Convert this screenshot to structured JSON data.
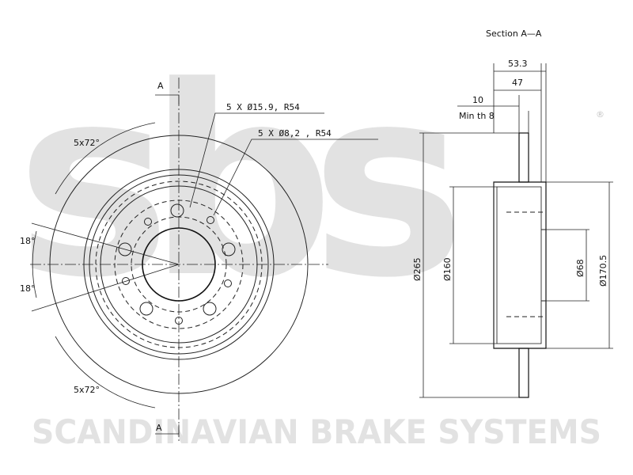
{
  "watermark": {
    "company": "SCANDINAVIAN BRAKE SYSTEMS",
    "logo_letters": "sbs",
    "registered_mark": "®"
  },
  "front_view": {
    "section_marker_top": "A",
    "section_marker_bottom": "A",
    "bolt_pattern_top": "5x72°",
    "bolt_pattern_bottom": "5x72°",
    "angle_upper": "18°",
    "angle_lower": "18°",
    "callout_large_holes": "5 X Ø15.9, R54",
    "callout_small_holes": "5 X Ø8,2 , R54"
  },
  "section_view": {
    "title": "Section A—A",
    "dim_53_3": "53.3",
    "dim_47": "47",
    "dim_10": "10",
    "min_th": "Min th 8",
    "dia_265": "Ø265",
    "dia_160": "Ø160",
    "dia_68": "Ø68",
    "dia_170_5": "Ø170.5"
  },
  "colors": {
    "line": "#111111",
    "watermark": "#e2e2e2",
    "background": "#ffffff"
  }
}
